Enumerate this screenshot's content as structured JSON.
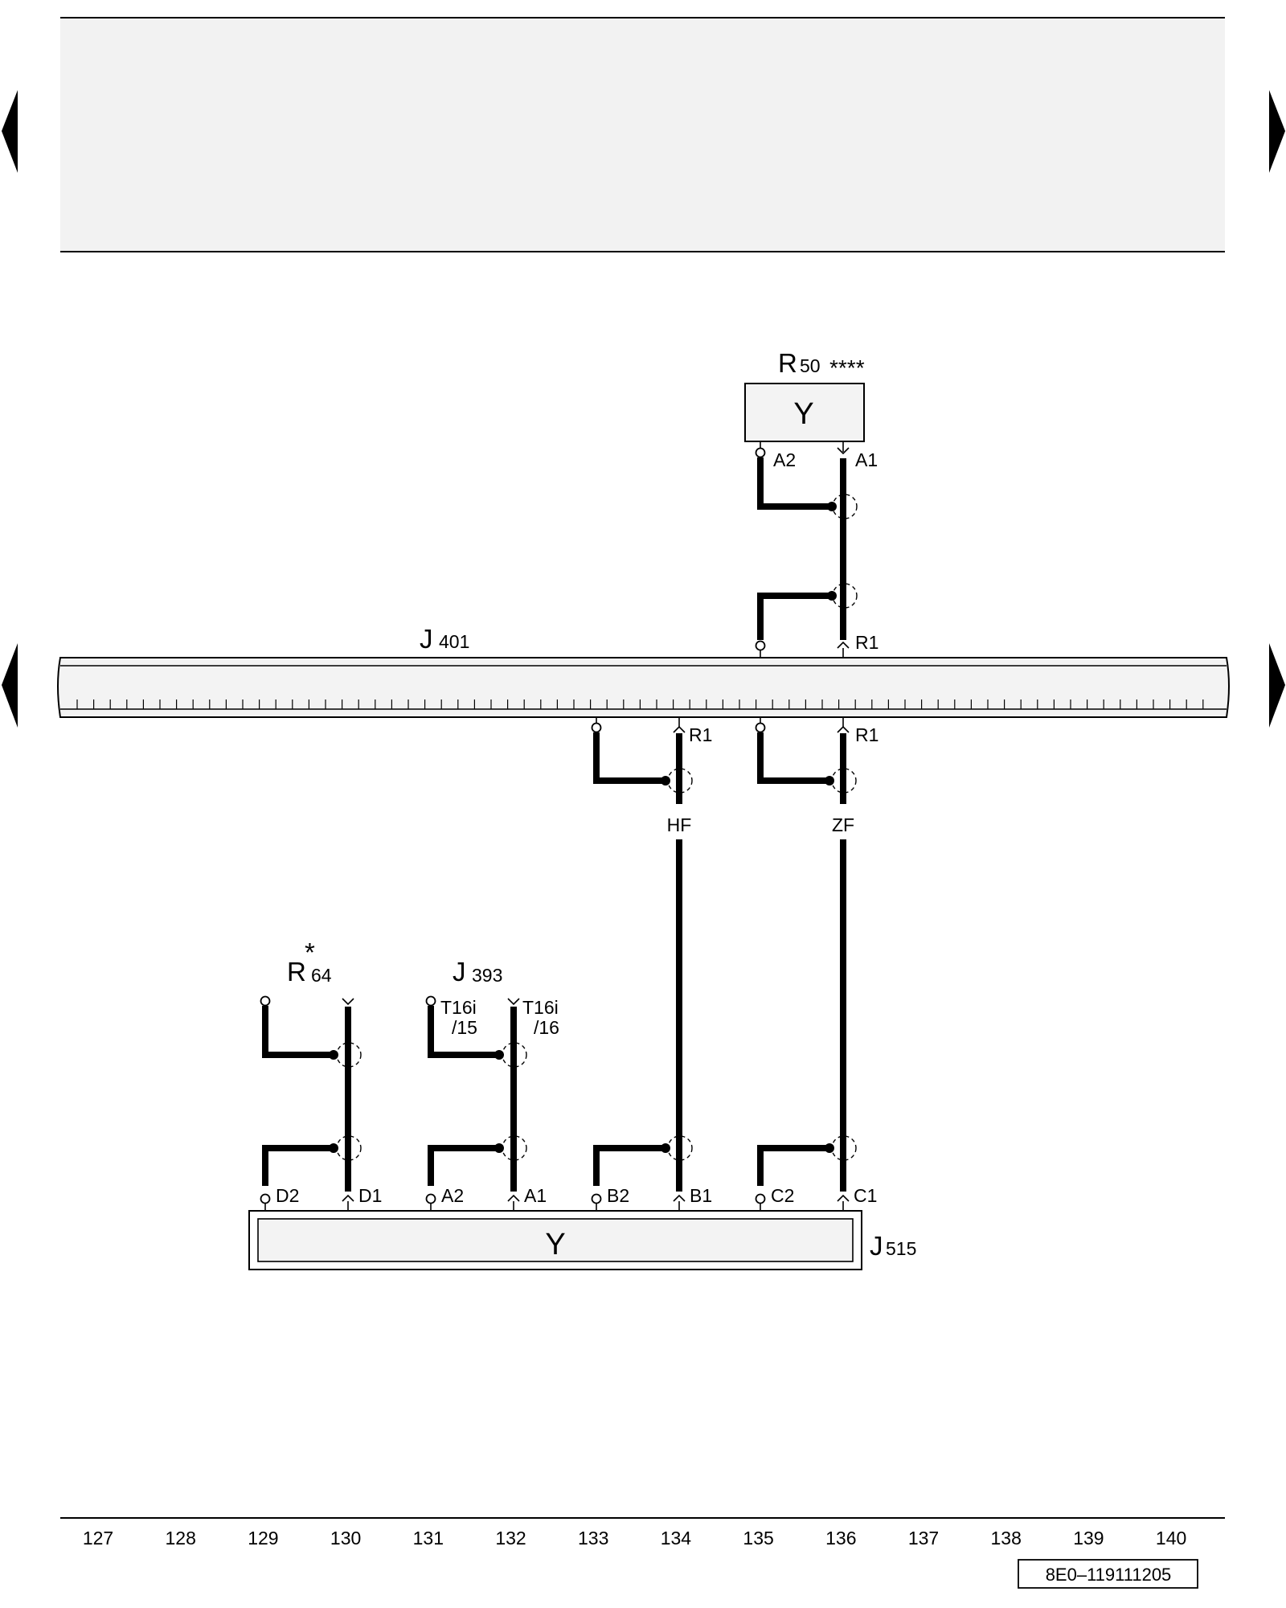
{
  "components": {
    "R50": {
      "letter": "R",
      "number": "50",
      "suffix": "****",
      "symbol": "Y",
      "pins": {
        "A2": "A2",
        "A1": "A1"
      }
    },
    "J401": {
      "letter": "J",
      "number": "401",
      "pins": {
        "R1_top": "R1",
        "R1_hf": "R1",
        "R1_zf": "R1"
      }
    },
    "R64": {
      "letter": "R",
      "number": "64",
      "mark": "*"
    },
    "J393": {
      "letter": "J",
      "number": "393",
      "pin_a_1": "T16i",
      "pin_a_2": "/15",
      "pin_b_1": "T16i",
      "pin_b_2": "/16"
    },
    "J515": {
      "letter": "J",
      "number": "515",
      "symbol": "Y",
      "pins": {
        "D2": "D2",
        "D1": "D1",
        "A2": "A2",
        "A1": "A1",
        "B2": "B2",
        "B1": "B1",
        "C2": "C2",
        "C1": "C1"
      }
    }
  },
  "wires": {
    "hf": "HF",
    "zf": "ZF"
  },
  "footer": {
    "tracks": [
      "127",
      "128",
      "129",
      "130",
      "131",
      "132",
      "133",
      "134",
      "135",
      "136",
      "137",
      "138",
      "139",
      "140"
    ],
    "drawing_number": "8E0–119111205"
  },
  "colors": {
    "header_band": "#f2f2f2",
    "wire": "#000000",
    "component_fill": "#f3f3f3"
  }
}
